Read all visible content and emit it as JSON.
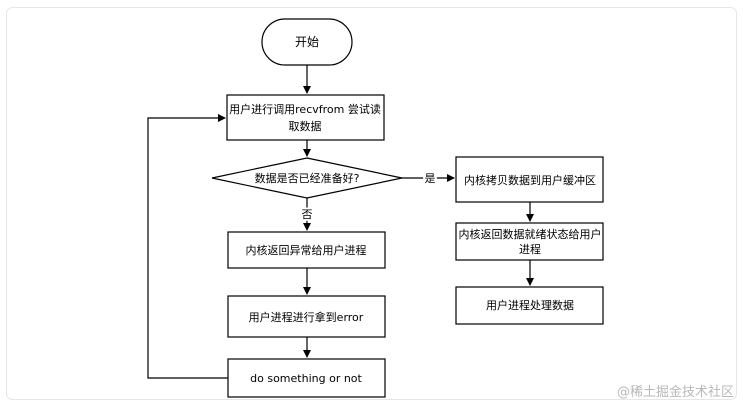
{
  "diagram": {
    "start": "开始",
    "read_attempt": [
      "用户进行调用recvfrom 尝试读",
      "取数据"
    ],
    "decision": "数据是否已经准备好?",
    "yes_label": "是",
    "no_label": "否",
    "kernel_error": "内核返回异常给用户进程",
    "user_error": "用户进程进行拿到error",
    "do_something": "do something or not",
    "kernel_copy": "内核拷贝数据到用户缓冲区",
    "kernel_ready": [
      "内核返回数据就绪状态给用户",
      "进程"
    ],
    "user_process": "用户进程处理数据"
  },
  "watermark": "@稀土掘金技术社区"
}
